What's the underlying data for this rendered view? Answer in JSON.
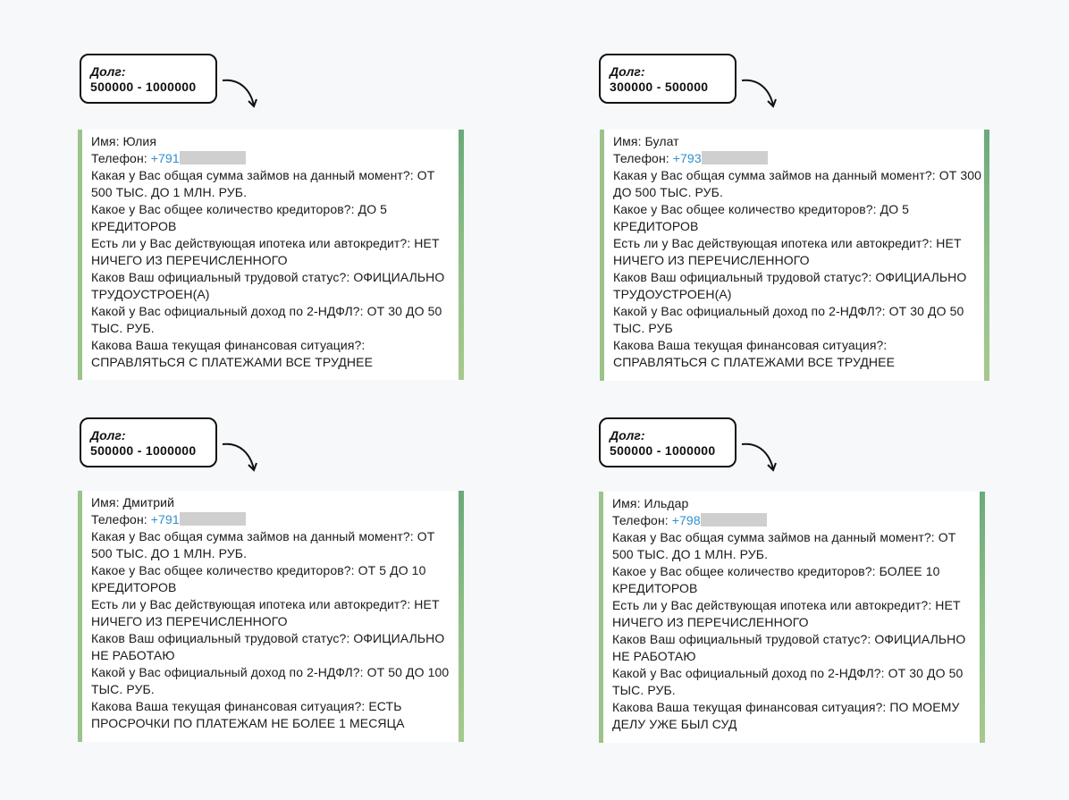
{
  "debt_label": "Долг:",
  "cards": [
    {
      "debt": "500000 - 1000000",
      "name_line": "Имя: Юлия",
      "phone_label": "Телефон: ",
      "phone_prefix": "+791",
      "q1": "Какая у Вас общая сумма займов на данный момент?: ОТ 500 ТЫС. ДО 1 МЛН. РУБ.",
      "q2": "Какое у Вас общее количество кредиторов?: ДО 5 КРЕДИТОРОВ",
      "q3": "Есть ли у Вас действующая ипотека или автокредит?: НЕТ НИЧЕГО ИЗ ПЕРЕЧИСЛЕННОГО",
      "q4": "Каков Ваш официальный трудовой статус?: ОФИЦИАЛЬНО ТРУДОУСТРОЕН(А)",
      "q5": "Какой у Вас официальный доход по 2-НДФЛ?: ОТ 30 ДО 50 ТЫС. РУБ.",
      "q6": "Какова Ваша текущая финансовая ситуация?: СПРАВЛЯТЬСЯ С ПЛАТЕЖАМИ ВСЕ ТРУДНЕЕ"
    },
    {
      "debt": "300000 - 500000",
      "name_line": "Имя: Булат",
      "phone_label": "Телефон: ",
      "phone_prefix": "+793",
      "q1": "Какая у Вас общая сумма займов на данный момент?: ОТ 300 ДО 500 ТЫС. РУБ.",
      "q2": "Какое у Вас общее количество кредиторов?: ДО 5 КРЕДИТОРОВ",
      "q3": "Есть ли у Вас действующая ипотека или автокредит?: НЕТ НИЧЕГО ИЗ ПЕРЕЧИСЛЕННОГО",
      "q4": "Каков Ваш официальный трудовой статус?: ОФИЦИАЛЬНО ТРУДОУСТРОЕН(А)",
      "q5": "Какой у Вас официальный доход по 2-НДФЛ?: ОТ 30 ДО 50 ТЫС. РУБ",
      "q6": "Какова Ваша текущая финансовая ситуация?: СПРАВЛЯТЬСЯ С ПЛАТЕЖАМИ ВСЕ ТРУДНЕЕ"
    },
    {
      "debt": "500000 - 1000000",
      "name_line": "Имя: Дмитрий",
      "phone_label": "Телефон: ",
      "phone_prefix": "+791",
      "q1": "Какая у Вас общая сумма займов на данный момент?: ОТ 500 ТЫС. ДО 1 МЛН. РУБ.",
      "q2": "Какое у Вас общее количество кредиторов?: ОТ 5 ДО 10 КРЕДИТОРОВ",
      "q3": "Есть ли у Вас действующая ипотека или автокредит?: НЕТ НИЧЕГО ИЗ ПЕРЕЧИСЛЕННОГО",
      "q4": "Каков Ваш официальный трудовой статус?: ОФИЦИАЛЬНО НЕ РАБОТАЮ",
      "q5": "Какой у Вас официальный доход по 2-НДФЛ?: ОТ 50 ДО 100 ТЫС. РУБ.",
      "q6": "Какова Ваша текущая финансовая ситуация?: ЕСТЬ ПРОСРОЧКИ ПО ПЛАТЕЖАМ НЕ БОЛЕЕ 1 МЕСЯЦА"
    },
    {
      "debt": "500000 - 1000000",
      "name_line": "Имя: Ильдар",
      "phone_label": "Телефон: ",
      "phone_prefix": "+798",
      "q1": "Какая у Вас общая сумма займов на данный момент?: ОТ 500 ТЫС. ДО 1 МЛН. РУБ.",
      "q2": "Какое у Вас общее количество кредиторов?: БОЛЕЕ 10 КРЕДИТОРОВ",
      "q3": "Есть ли у Вас действующая ипотека или автокредит?: НЕТ НИЧЕГО ИЗ ПЕРЕЧИСЛЕННОГО",
      "q4": "Каков Ваш официальный трудовой статус?: ОФИЦИАЛЬНО НЕ РАБОТАЮ",
      "q5": "Какой у Вас официальный доход по 2-НДФЛ?: ОТ 30 ДО 50 ТЫС. РУБ.",
      "q6": "Какова Ваша текущая финансовая ситуация?: ПО МОЕМУ ДЕЛУ УЖЕ БЫЛ СУД"
    }
  ]
}
